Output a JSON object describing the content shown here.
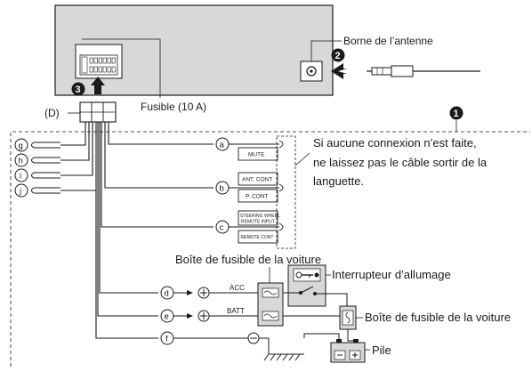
{
  "labels": {
    "antenna_terminal": "Borne de l’antenne",
    "fuse": "Fusible (10 A)",
    "connector_d": "(D)",
    "note_line1": "Si aucune connexion n’est faite,",
    "note_line2": "ne laissez pas le câble sortir de la",
    "note_line3": "languette.",
    "fuse_box_top": "Boîte de fusible de la voiture",
    "ignition_switch": "Interrupteur d’allumage",
    "fuse_box_right": "Boîte de fusible de la voiture",
    "battery": "Pile",
    "acc": "ACC",
    "batt": "BATT"
  },
  "callouts": {
    "n1": "1",
    "n2": "2",
    "n3": "3"
  },
  "wire_letters": {
    "a": "a",
    "b": "b",
    "c": "c",
    "d": "d",
    "e": "e",
    "f": "f",
    "g": "g",
    "h": "h",
    "i": "i",
    "j": "j"
  },
  "wire_tags": {
    "mute": "MUTE",
    "ant_cont": "ANT. CONT",
    "p_cont": "P. CONT",
    "steering_1": "STEERING WHEEL",
    "steering_2": "REMOTE INPUT",
    "remote_cont": "REMOTE CONT"
  },
  "symbols": {
    "plus": "+",
    "minus": "−"
  }
}
